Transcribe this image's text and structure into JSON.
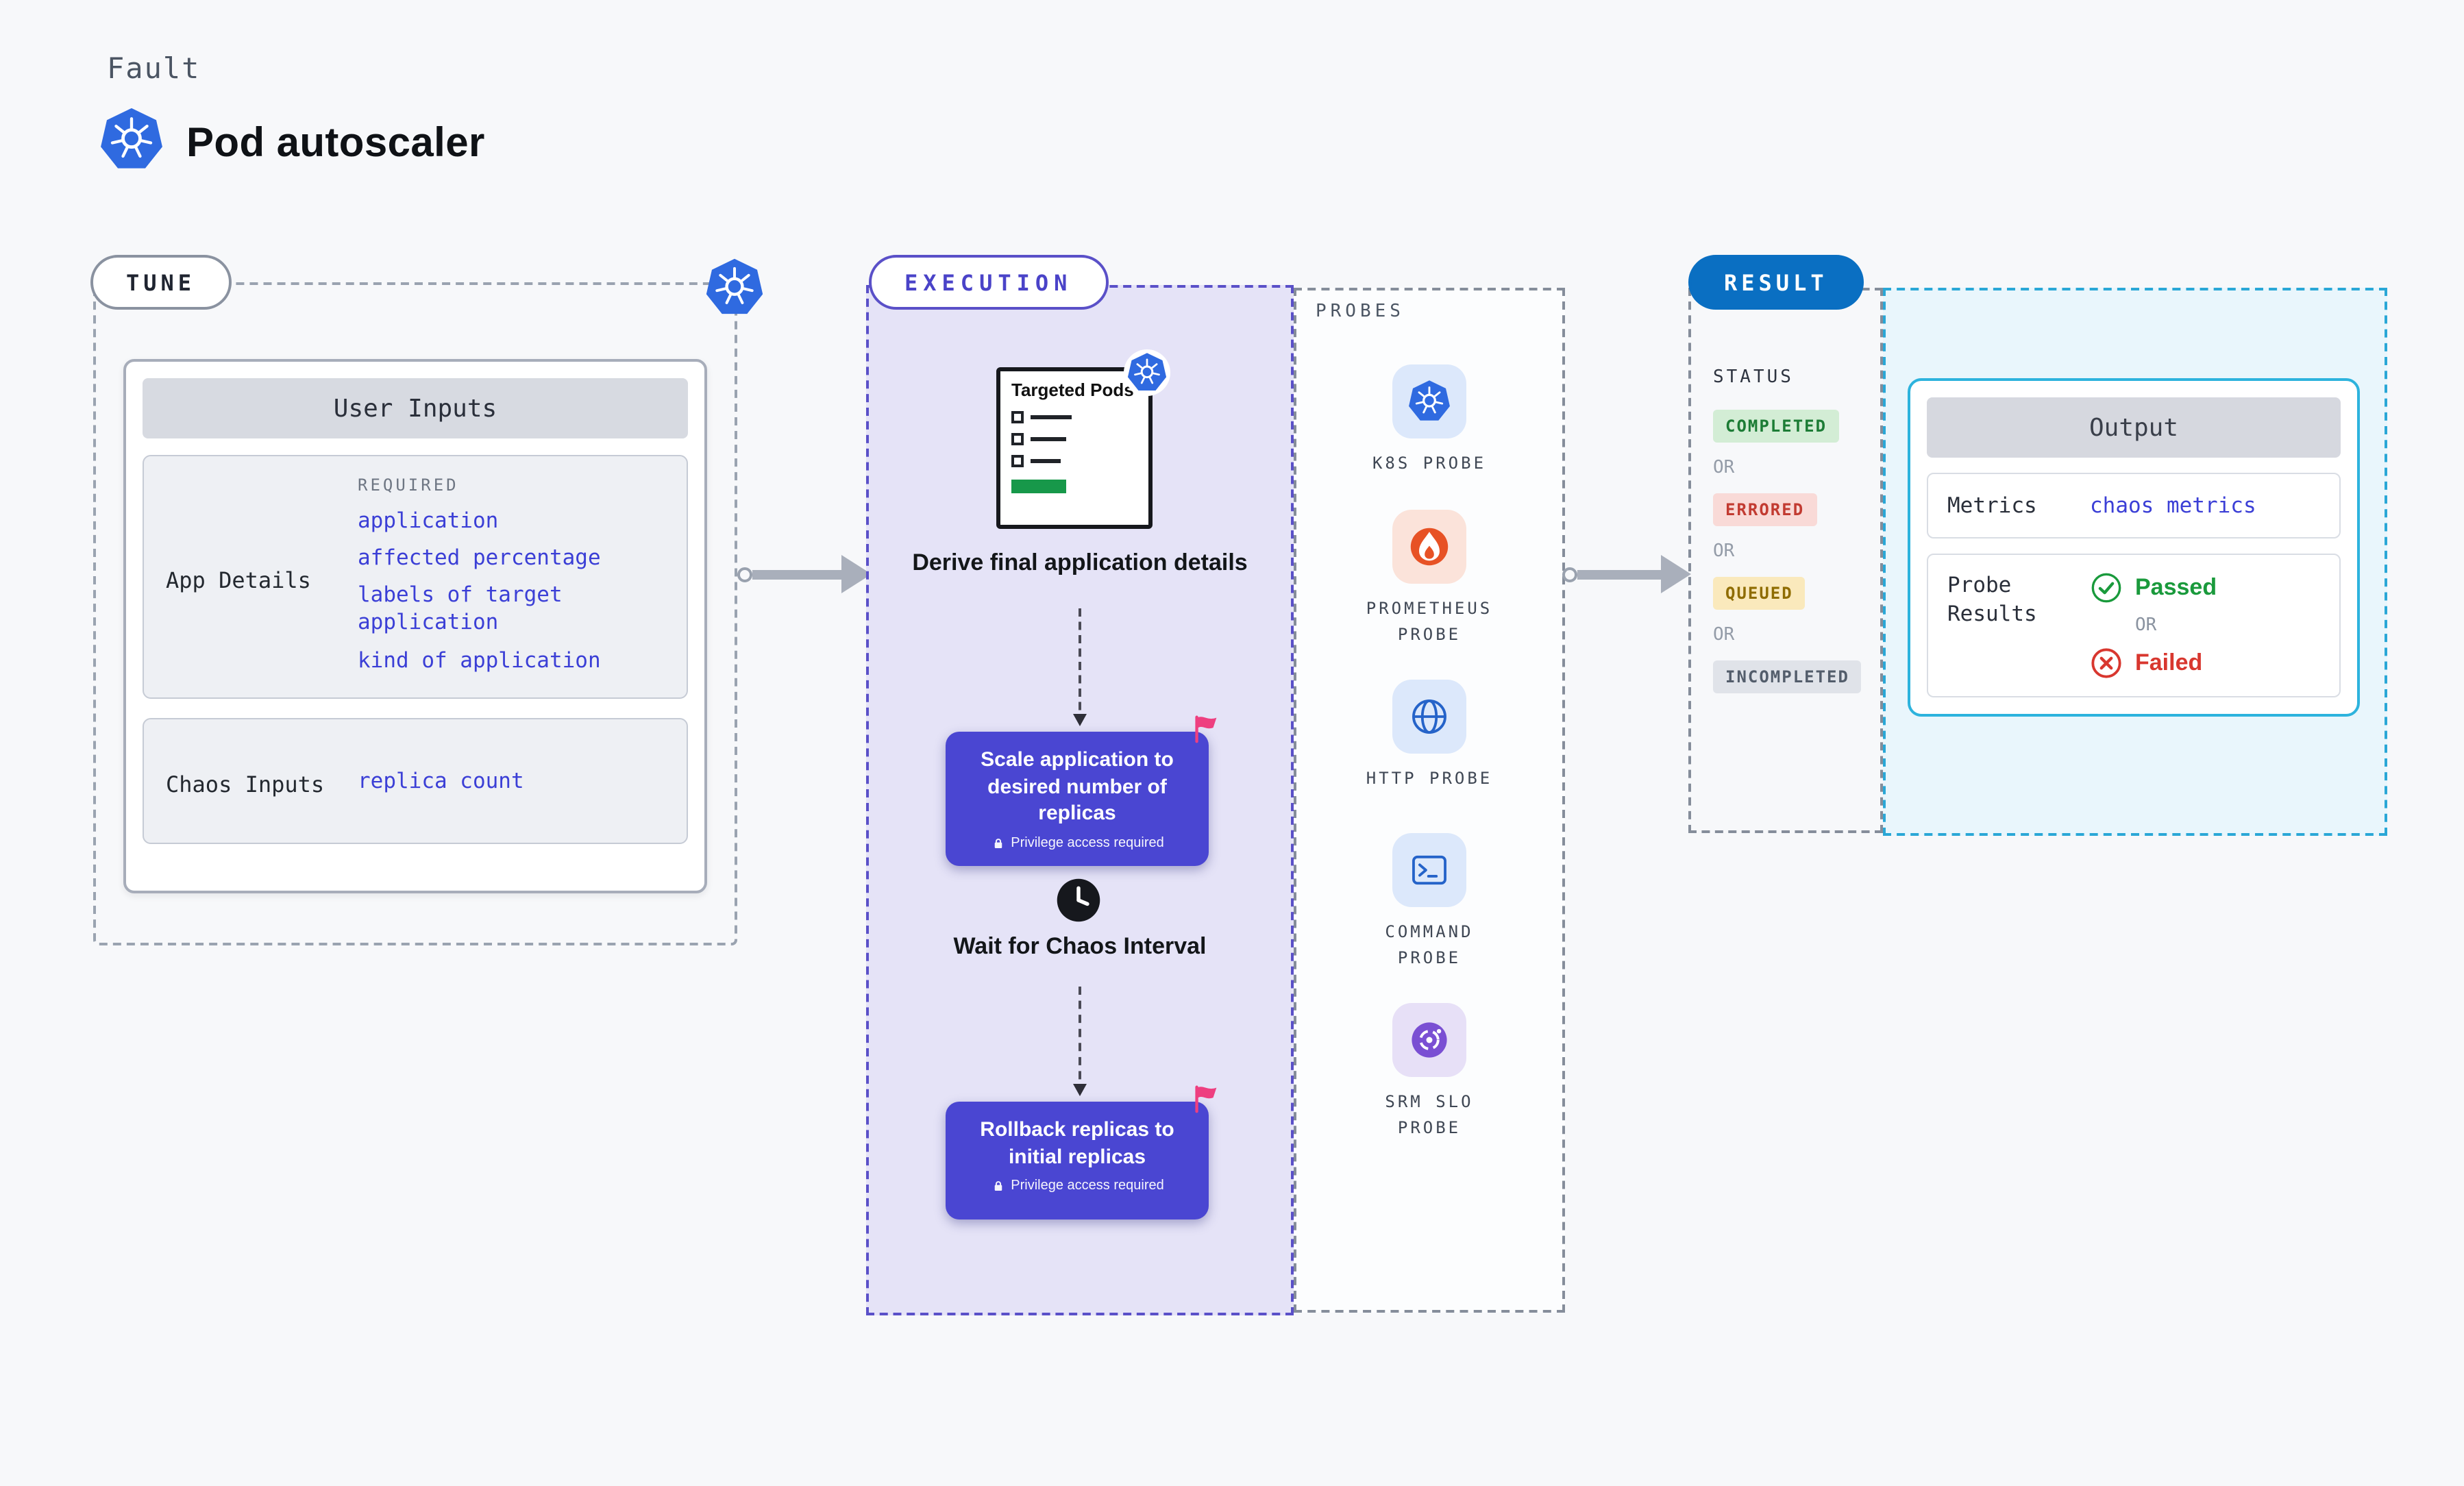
{
  "colors": {
    "accent": "#3b3fd6",
    "node-purple": "#4a46d2",
    "exec-purple": "#5a50c8",
    "exec-bg": "#e5e3f7",
    "result-blue": "#0a6fc2",
    "output-cyan": "#2aa7d6",
    "output-bg": "#e9f6fc",
    "success-green": "#1a9a3c",
    "error-red": "#d8372f",
    "k8s-blue": "#2f6ae0",
    "flag-pink": "#ee3f80"
  },
  "icons": {
    "kubernetes-icon": "helm wheel in blue heptagon",
    "prometheus-icon": "white flame in orange circle",
    "http-icon": "blue globe",
    "command-icon": "terminal window with prompt",
    "srm-slo-icon": "purple gauge circle",
    "clock-icon": "clock in dark circle",
    "lock-icon": "padlock",
    "flag-icon": "pink flag marker",
    "passed-icon": "green check in circle",
    "failed-icon": "red x in circle"
  },
  "header": {
    "eyebrow": "Fault",
    "title": "Pod autoscaler"
  },
  "tune": {
    "pill": "TUNE",
    "card_title": "User Inputs",
    "required_label": "REQUIRED",
    "app_details_label": "App Details",
    "app_links": [
      "application",
      "affected percentage",
      "labels of target application",
      "kind of application"
    ],
    "chaos_label": "Chaos Inputs",
    "chaos_link": "replica count"
  },
  "execution": {
    "pill": "EXECUTION",
    "targeted_pods": "Targeted Pods",
    "derive_text": "Derive final application details",
    "scale_title": "Scale application to desired number of replicas",
    "privilege_note": "Privilege access required",
    "wait_text": "Wait for Chaos Interval",
    "rollback_title": "Rollback replicas to initial replicas"
  },
  "probes": {
    "label": "PROBES",
    "items": [
      {
        "name": "K8S PROBE",
        "icon": "kubernetes-icon"
      },
      {
        "name": "PROMETHEUS PROBE",
        "icon": "prometheus-icon"
      },
      {
        "name": "HTTP PROBE",
        "icon": "http-icon"
      },
      {
        "name": "COMMAND PROBE",
        "icon": "command-icon"
      },
      {
        "name": "SRM SLO PROBE",
        "icon": "srm-slo-icon"
      }
    ]
  },
  "result": {
    "pill": "RESULT",
    "status_label": "STATUS",
    "or_label": "OR",
    "badges": [
      {
        "label": "COMPLETED",
        "type": "success"
      },
      {
        "label": "ERRORED",
        "type": "error"
      },
      {
        "label": "QUEUED",
        "type": "warning"
      },
      {
        "label": "INCOMPLETED",
        "type": "neutral"
      }
    ]
  },
  "output": {
    "title": "Output",
    "metrics_label": "Metrics",
    "metrics_value": "chaos metrics",
    "probe_results_label": "Probe Results",
    "passed_label": "Passed",
    "or_label": "OR",
    "failed_label": "Failed"
  }
}
